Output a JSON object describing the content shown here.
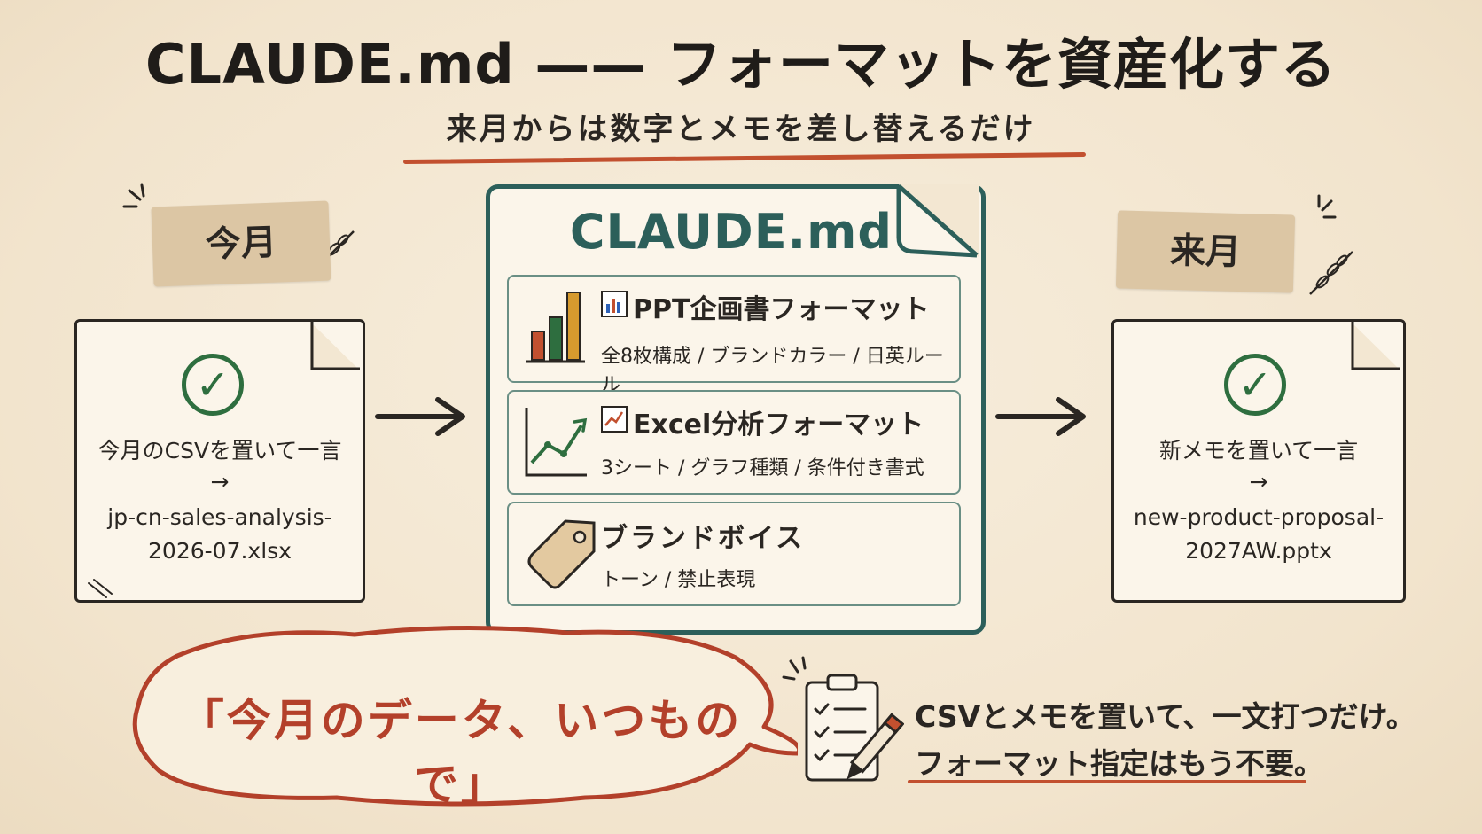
{
  "title": "CLAUDE.md —— フォーマットを資産化する",
  "subtitle": "来月からは数字とメモを差し替えるだけ",
  "left": {
    "label": "今月",
    "line1": "今月のCSVを置いて一言",
    "arrow": "→",
    "file_line1": "jp-cn-sales-analysis-",
    "file_line2": "2026-07.xlsx"
  },
  "right": {
    "label": "来月",
    "line1": "新メモを置いて一言",
    "arrow": "→",
    "file_line1": "new-product-proposal-",
    "file_line2": "2027AW.pptx"
  },
  "center": {
    "title": "CLAUDE.md",
    "cards": [
      {
        "icon": "bar-chart-icon",
        "title": "PPT企画書フォーマット",
        "sub": "全8枚構成 / ブランドカラー / 日英ルール"
      },
      {
        "icon": "line-chart-icon",
        "title": "Excel分析フォーマット",
        "sub": "3シート / グラフ種類 / 条件付き書式"
      },
      {
        "icon": "tag-icon",
        "title": "ブランドボイス",
        "sub": "トーン / 禁止表現"
      }
    ]
  },
  "bubble": "「今月のデータ、いつもので」",
  "bottom": {
    "line1": "CSVとメモを置いて、一文打つだけ。",
    "line2": "フォーマット指定はもう不要。"
  },
  "colors": {
    "teal": "#2c5f5a",
    "green": "#2e6e3f",
    "accent_red": "#c2502f",
    "bubble_red": "#b3402a",
    "paper": "#f3e7d2",
    "tape": "#dcc6a4"
  }
}
